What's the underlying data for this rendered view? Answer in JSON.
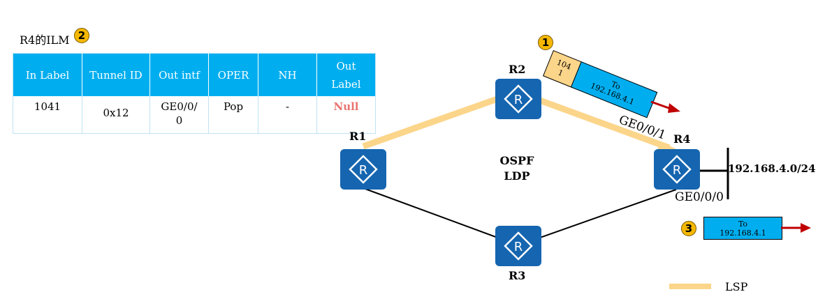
{
  "ilm": {
    "title": "R4的ILM",
    "badge": "2",
    "headers": [
      "In Label",
      "Tunnel ID",
      "Out intf",
      "OPER",
      "NH",
      "Out\nLabel"
    ],
    "row": [
      "1041",
      "0x12",
      "GE0/0/\n0",
      "Pop",
      "-",
      "Null"
    ]
  },
  "routers": {
    "r1": "R1",
    "r2": "R2",
    "r3": "R3",
    "r4": "R4"
  },
  "center": {
    "line1": "OSPF",
    "line2": "LDP"
  },
  "interfaces": {
    "top": "GE0/0/1",
    "bottom": "GE0/0/0"
  },
  "network": "192.168.4.0/24",
  "packet1": {
    "badge": "1",
    "label": "104\n1",
    "dest": "To\n192.168.4.1"
  },
  "packet3": {
    "badge": "3",
    "dest": "To\n192.168.4.1"
  },
  "legend": {
    "label": "LSP"
  },
  "colors": {
    "router": "#1565b0",
    "lsp": "#fbd58a",
    "header": "#00aeef",
    "label_box": "#fbd58a",
    "arrow": "#c00000",
    "badge": "#f5b800"
  }
}
